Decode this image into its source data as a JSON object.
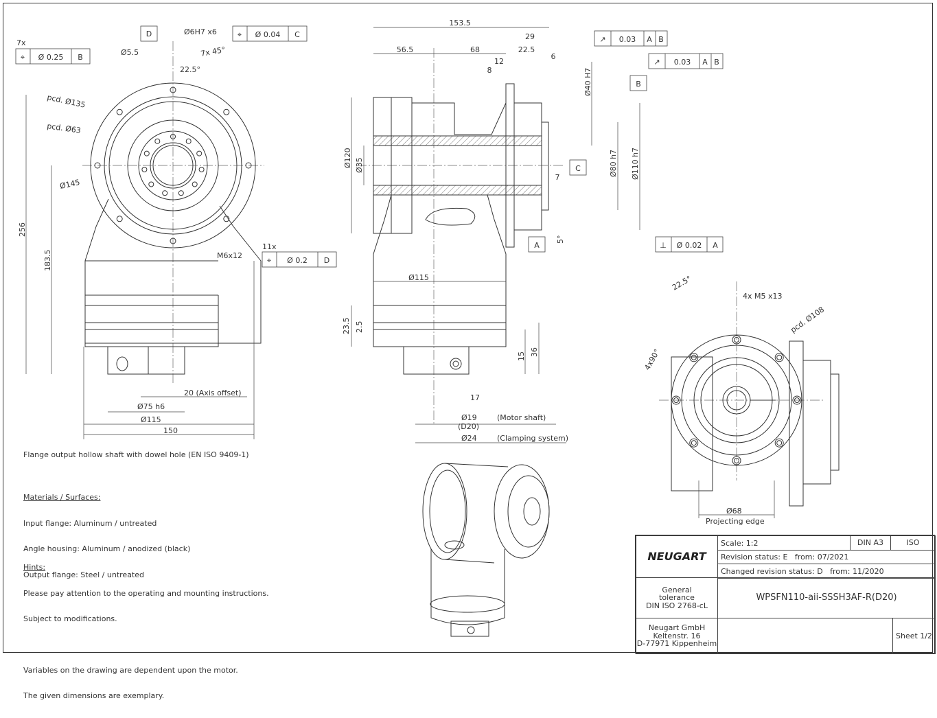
{
  "notes": {
    "flange": "Flange output hollow shaft with dowel hole (EN ISO 9409-1)",
    "materials_title": "Materials / Surfaces:",
    "materials": [
      "Input flange: Aluminum / untreated",
      "Angle housing: Aluminum / anodized (black)",
      "Output flange: Steel / untreated"
    ],
    "hints_title": "Hints:",
    "hints": [
      "Please pay attention to the operating and mounting instructions.",
      "Subject to modifications.",
      "",
      "Variables on the drawing are dependent upon the motor.",
      "The given dimensions are exemplary."
    ]
  },
  "titleblock": {
    "logo": "NEUGART",
    "scale": "Scale: 1:2",
    "format": "DIN A3",
    "standard": "ISO",
    "revision": "Revision status: E   from: 07/2021",
    "changed": "Changed revision status: D   from: 11/2020",
    "tolerance": "General\ntolerance\nDIN ISO 2768-cL",
    "part": "WPSFN110-aii-SSSH3AF-R(D20)",
    "company": "Neugart GmbH\nKeltenstr. 16\nD-77971 Kippenheim",
    "sheet": "Sheet 1/2"
  },
  "front_view": {
    "dims": {
      "d_dowel": "Ø6H7 x6",
      "gtol1_sym": "⌖",
      "gtol1_val": "Ø 0.04",
      "gtol1_ref": "C",
      "datum_d": "D",
      "count7": "7x",
      "gtol2_sym": "⌖",
      "gtol2_val": "Ø 0.25",
      "gtol2_ref": "B",
      "hole": "Ø5.5",
      "chamfer": "7x 45°",
      "angle": "22.5°",
      "pcd135": "pcd. Ø135",
      "pcd63": "pcd. Ø63",
      "d145": "Ø145",
      "h256": "256",
      "h183": "183.5",
      "m6": "M6x12",
      "count11": "11x",
      "gtol3_sym": "⌖",
      "gtol3_val": "Ø 0.2",
      "gtol3_ref": "D",
      "offset": "20 (Axis offset)",
      "d75": "Ø75 h6",
      "d115": "Ø115",
      "w150": "150"
    }
  },
  "side_view": {
    "dims": {
      "l153": "153.5",
      "l29": "29",
      "l56": "56.5",
      "l68": "68",
      "l22": "22.5",
      "l6": "6",
      "l12": "12",
      "l8": "8",
      "gtol_a_val": "0.03",
      "gtol_a_r1": "A",
      "gtol_a_r2": "B",
      "gtol_b_val": "0.03",
      "gtol_b_r1": "A",
      "gtol_b_r2": "B",
      "d40": "Ø40 H7",
      "datum_b": "B",
      "d120": "Ø120",
      "d35": "Ø35",
      "datum_c": "C",
      "l7": "7",
      "d80": "Ø80 h7",
      "d110": "Ø110 h7",
      "datum_a": "A",
      "ang5": "5°",
      "gtol_c_sym": "⊥",
      "gtol_c_val": "Ø 0.02",
      "gtol_c_ref": "A",
      "d115": "Ø115",
      "h23": "23.5",
      "h2": "2.5",
      "h15": "15",
      "h36": "36",
      "l17": "17",
      "d19": "Ø19",
      "d19b": "(D20)",
      "motor": "(Motor shaft)",
      "d24": "Ø24",
      "clamp": "(Clamping system)"
    }
  },
  "rear_view": {
    "dims": {
      "ang": "22.5°",
      "m5": "4x M5 x13",
      "pcd108": "pcd. Ø108",
      "ang90": "4x90°",
      "d68": "Ø68",
      "edge": "Projecting edge"
    }
  }
}
